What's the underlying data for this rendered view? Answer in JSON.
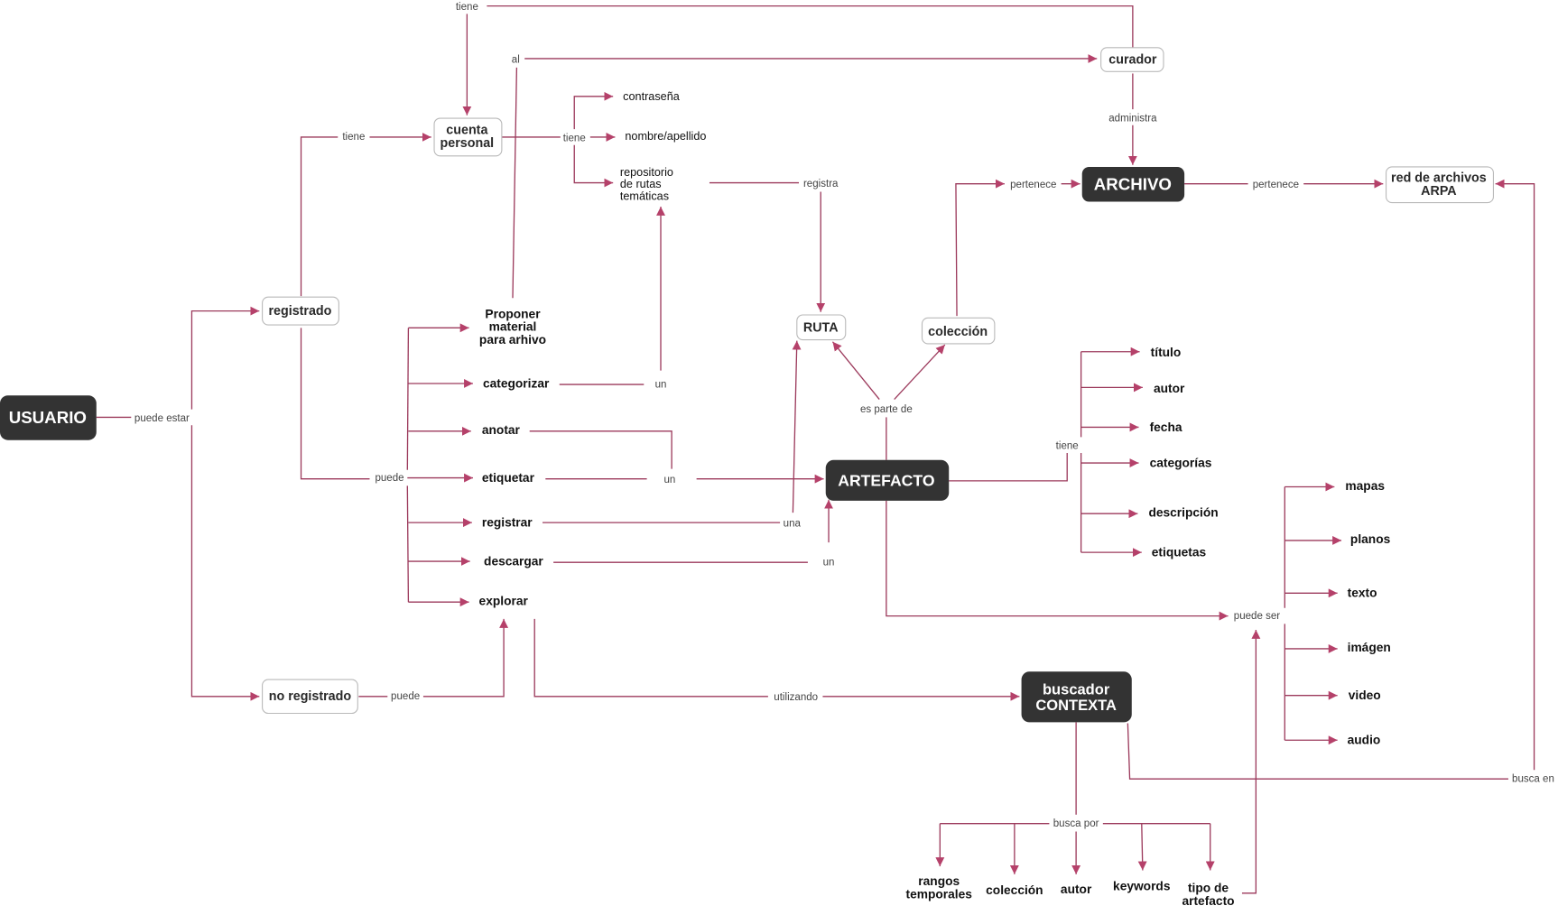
{
  "title": "Mapa conceptual CONTEXTA",
  "colors": {
    "edge": "#9c3a5c",
    "arrow": "#b5416a",
    "dark_node": "#333333",
    "light_node_border": "#b9b9b9"
  },
  "nodes": {
    "usuario": "USUARIO",
    "registrado": "registrado",
    "no_registrado": "no registrado",
    "cuenta_personal": [
      "cuenta",
      "personal"
    ],
    "contrasena": "contraseña",
    "nombre_apellido": "nombre/apellido",
    "repositorio": [
      "repositorio",
      "de rutas",
      "temáticas"
    ],
    "curador": "curador",
    "archivo": "ARCHIVO",
    "red_arpa": [
      "red de archivos",
      "ARPA"
    ],
    "proponer": [
      "Proponer",
      "material",
      "para arhivo"
    ],
    "categorizar": "categorizar",
    "anotar": "anotar",
    "etiquetar": "etiquetar",
    "registrar": "registrar",
    "descargar": "descargar",
    "explorar": "explorar",
    "ruta": "RUTA",
    "coleccion": "colección",
    "artefacto": "ARTEFACTO",
    "attributes": [
      "título",
      "autor",
      "fecha",
      "categorías",
      "descripción",
      "etiquetas"
    ],
    "types": [
      "mapas",
      "planos",
      "texto",
      "imágen",
      "video",
      "audio"
    ],
    "buscador": [
      "buscador",
      "CONTEXTA"
    ],
    "search_by": [
      [
        "rangos",
        "temporales"
      ],
      [
        "colección"
      ],
      [
        "autor"
      ],
      [
        "keywords"
      ],
      [
        "tipo de",
        "artefacto"
      ]
    ]
  },
  "links": {
    "tiene_top": "tiene",
    "al": "al",
    "tiene_reg": "tiene",
    "tiene_cuenta": "tiene",
    "registra": "registra",
    "administra": "administra",
    "pertenece_col": "pertenece",
    "pertenece_arch": "pertenece",
    "puede_estar": "puede estar",
    "puede_reg": "puede",
    "puede_noreg": "puede",
    "un_cat": "un",
    "un_etq": "un",
    "una_reg": "una",
    "un_desc": "un",
    "es_parte_de": "es parte de",
    "tiene_art": "tiene",
    "puede_ser": "puede ser",
    "utilizando": "utilizando",
    "busca_por": "busca por",
    "busca_en": "busca en"
  }
}
